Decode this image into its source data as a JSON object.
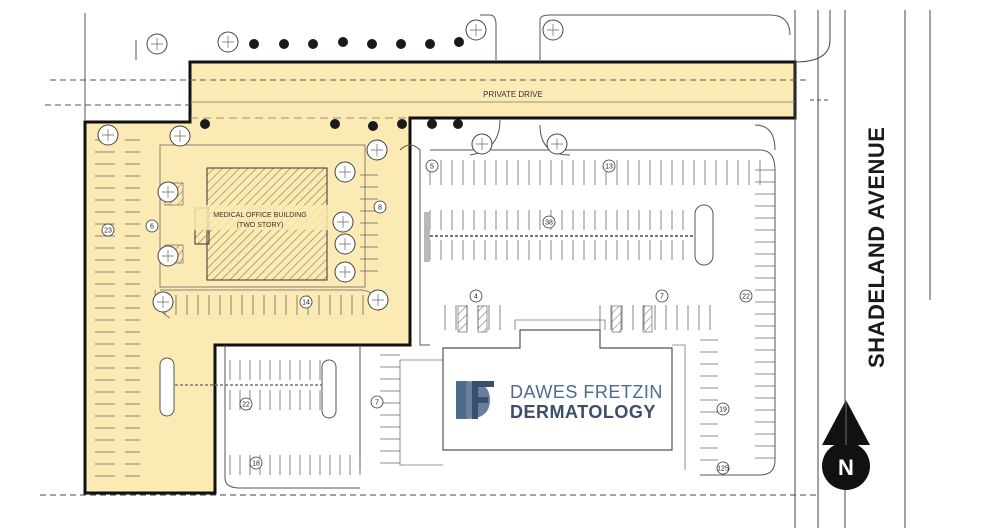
{
  "site": {
    "street_name": "SHADELAND AVENUE",
    "drive_label": "PRIVATE DRIVE",
    "building_label_1": "MEDICAL OFFICE BUILDING",
    "building_label_2": "(TWO STORY)",
    "north_label": "N"
  },
  "brand": {
    "name_line1": "DAWES FRETZIN",
    "name_line2": "DERMATOLOGY",
    "logo_color": "#4e6a8e",
    "text_color": "#3b4e6b"
  },
  "colors": {
    "highlight_fill": "#fbeab3",
    "outline": "#111111"
  },
  "parking_counts": {
    "west_row": "23",
    "west_small": "6",
    "building_east": "8",
    "building_south": "14",
    "north_row": "5",
    "north_east": "13",
    "center": "38",
    "handicap_left": "4",
    "handicap_right": "7",
    "east_row": "22",
    "southwest_lot": "22",
    "south_center": "7",
    "south_row": "18",
    "southeast": "19",
    "corner": "125"
  }
}
